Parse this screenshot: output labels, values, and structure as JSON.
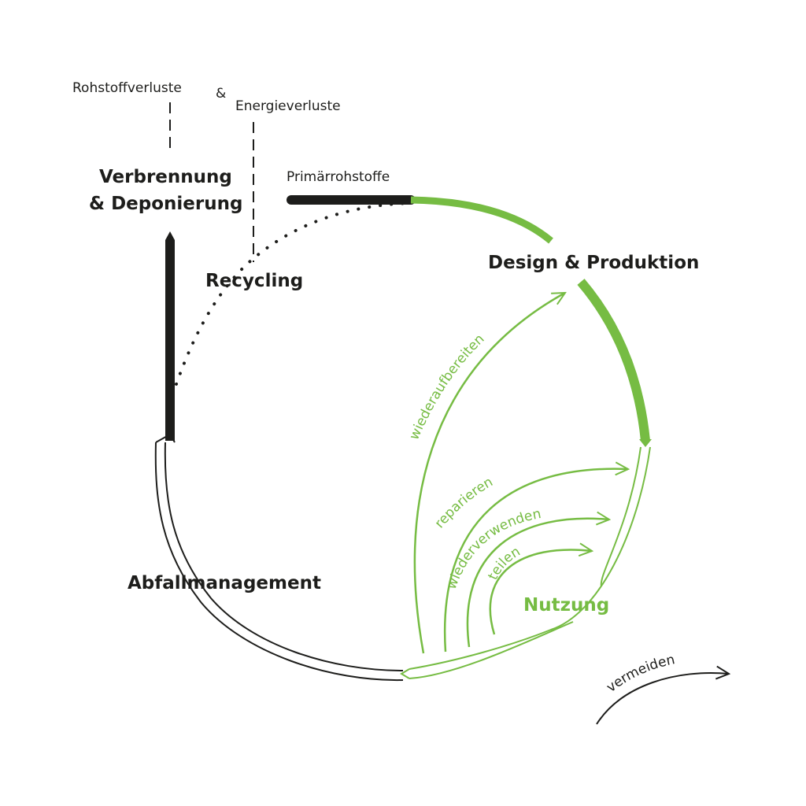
{
  "labels": {
    "raw_material_losses": "Rohstoffverluste",
    "ampersand": "&",
    "energy_losses": "Energieverluste",
    "incineration_line1": "Verbrennung",
    "incineration_line2": "& Deponierung",
    "primary_raw_materials": "Primärrohstoffe",
    "recycling": "Recycling",
    "design_production": "Design & Produktion",
    "waste_management": "Abfallmanagement",
    "usage": "Nutzung",
    "avoid": "vermeiden"
  },
  "loops": {
    "remanufacture": "wiederaufbereiten",
    "repair": "reparieren",
    "reuse": "wiederverwenden",
    "share": "teilen"
  },
  "colors": {
    "green": "#76bc43",
    "dark": "#1d1d1b"
  }
}
